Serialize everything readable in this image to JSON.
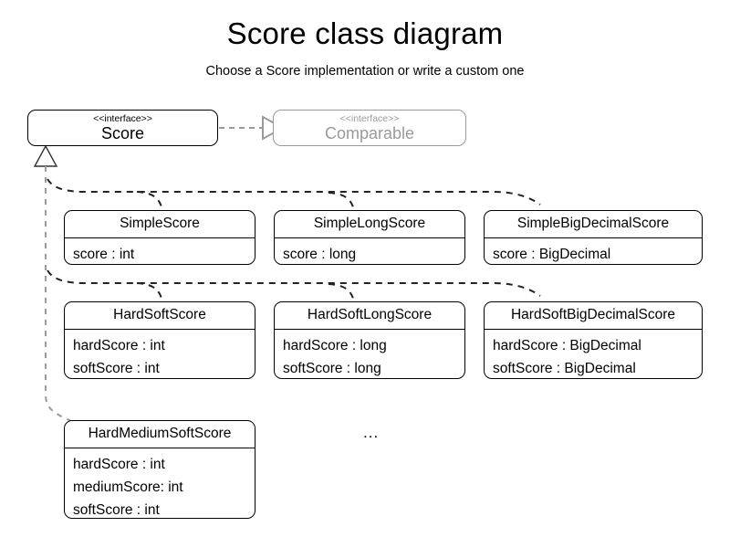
{
  "diagram": {
    "title": "Score class diagram",
    "subtitle": "Choose a Score implementation or write a custom one",
    "ellipsis": "...",
    "stereotype": "<<interface>>",
    "colors": {
      "stroke": "#000000",
      "muted_stroke": "#9a9a9a",
      "inherit_line": "#9a9a9a",
      "realize_line": "#9a9a9a",
      "background": "#ffffff"
    },
    "interfaces": [
      {
        "key": "score",
        "stereotype": "<<interface>>",
        "name": "Score",
        "muted": false
      },
      {
        "key": "comparable",
        "stereotype": "<<interface>>",
        "name": "Comparable",
        "muted": true
      }
    ],
    "classes": [
      {
        "key": "simple_score",
        "name": "SimpleScore",
        "members": [
          "score : int"
        ]
      },
      {
        "key": "simple_long_score",
        "name": "SimpleLongScore",
        "members": [
          "score : long"
        ]
      },
      {
        "key": "simple_bigdecimal_score",
        "name": "SimpleBigDecimalScore",
        "members": [
          "score : BigDecimal"
        ]
      },
      {
        "key": "hard_soft_score",
        "name": "HardSoftScore",
        "members": [
          "hardScore : int",
          "softScore : int"
        ]
      },
      {
        "key": "hard_soft_long_score",
        "name": "HardSoftLongScore",
        "members": [
          "hardScore : long",
          "softScore : long"
        ]
      },
      {
        "key": "hard_soft_bigdecimal_score",
        "name": "HardSoftBigDecimalScore",
        "members": [
          "hardScore : BigDecimal",
          "softScore : BigDecimal"
        ]
      },
      {
        "key": "hard_medium_soft_score",
        "name": "HardMediumSoftScore",
        "members": [
          "hardScore : int",
          "mediumScore: int",
          "softScore : int"
        ]
      }
    ],
    "relations": [
      {
        "from": "score",
        "to": "comparable",
        "type": "realization"
      },
      {
        "from": "simple_score",
        "to": "score",
        "type": "implements"
      },
      {
        "from": "simple_long_score",
        "to": "score",
        "type": "implements"
      },
      {
        "from": "simple_bigdecimal_score",
        "to": "score",
        "type": "implements"
      },
      {
        "from": "hard_soft_score",
        "to": "score",
        "type": "implements"
      },
      {
        "from": "hard_soft_long_score",
        "to": "score",
        "type": "implements"
      },
      {
        "from": "hard_soft_bigdecimal_score",
        "to": "score",
        "type": "implements"
      },
      {
        "from": "hard_medium_soft_score",
        "to": "score",
        "type": "implements"
      }
    ]
  }
}
